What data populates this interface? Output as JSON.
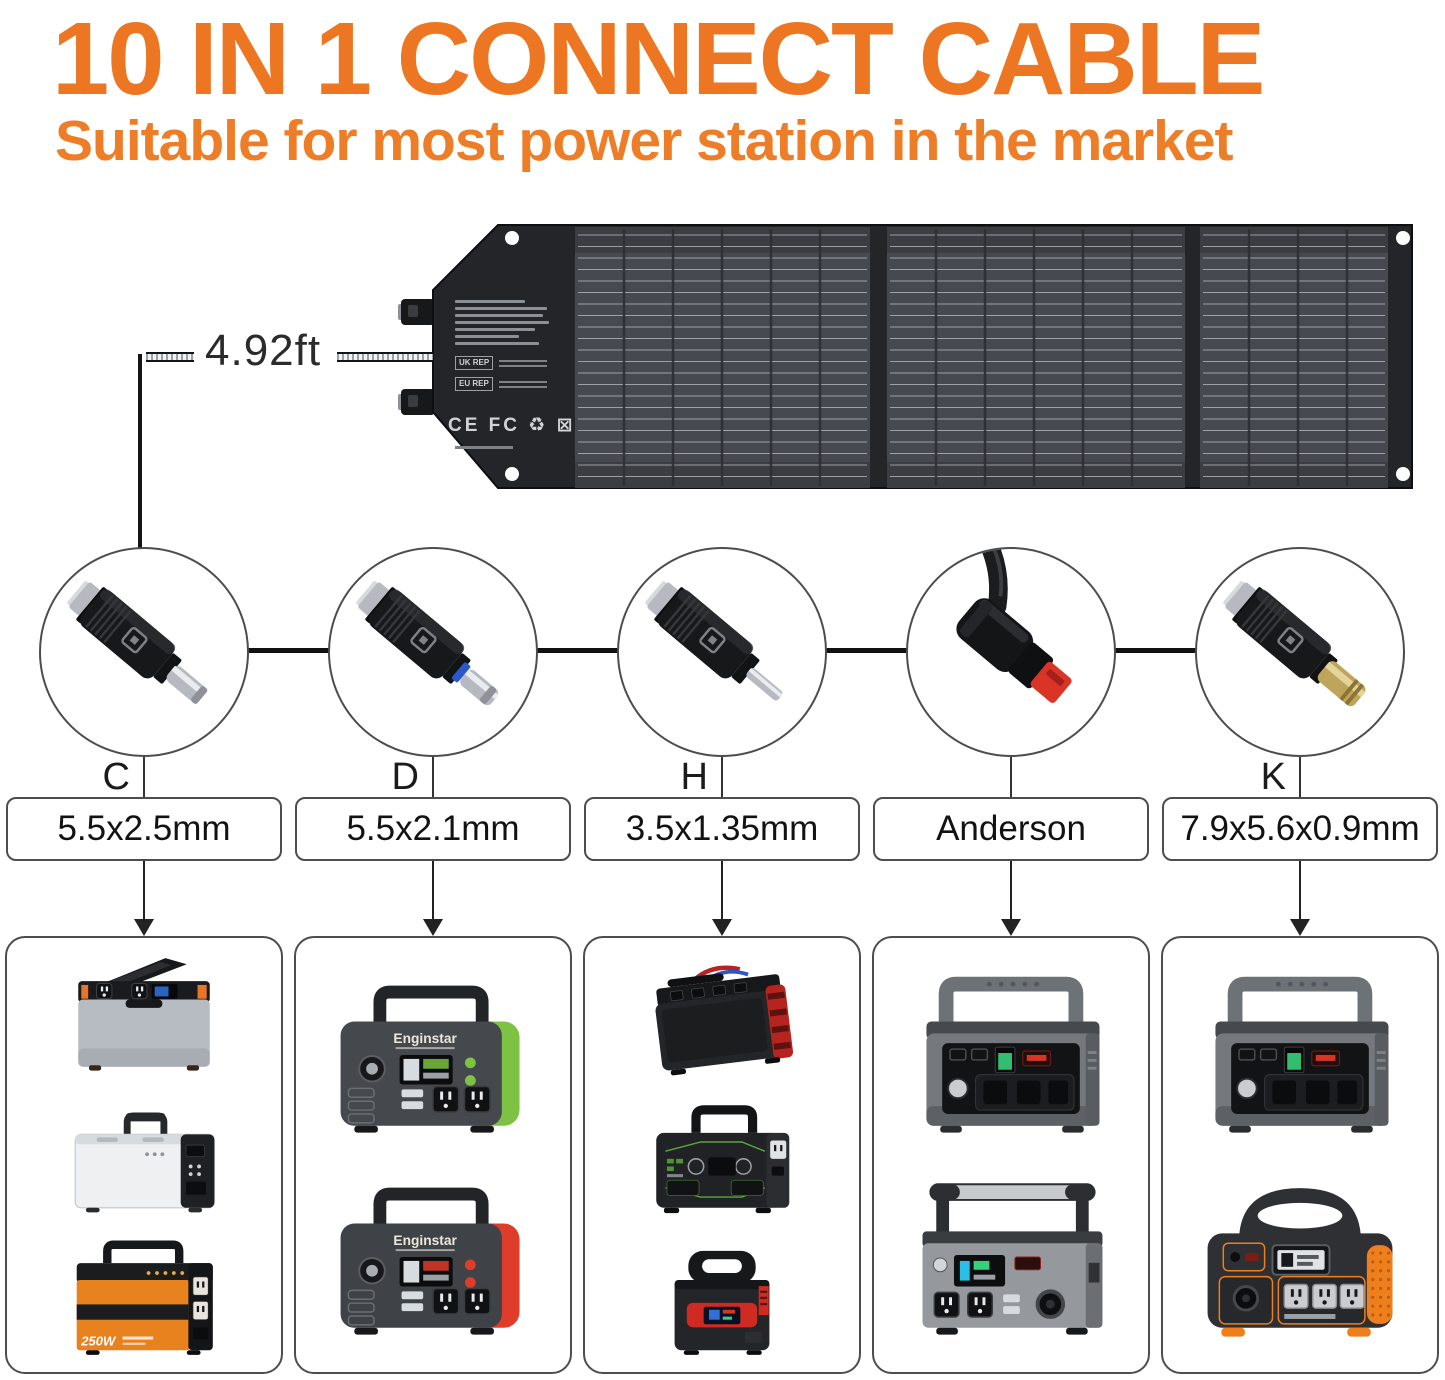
{
  "page": {
    "title": "10 IN 1 CONNECT CABLE",
    "subtitle": "Suitable for most power station in the market",
    "accent_color": "#ED7623"
  },
  "solar_panel": {
    "cable_length_label": "4.92ft",
    "cert_marks": "CE FC ♻ ⊠",
    "rep_labels": [
      "UK REP",
      "EU REP"
    ]
  },
  "connectors": [
    {
      "letter": "C",
      "size": "5.5x2.5mm",
      "name": "dc-plug-5-5x2-5-photo",
      "type": "barrel",
      "pin": "silver"
    },
    {
      "letter": "D",
      "size": "5.5x2.1mm",
      "name": "dc-plug-5-5x2-1-photo",
      "type": "barrel",
      "pin": "silver",
      "ring": "#2b57c9"
    },
    {
      "letter": "H",
      "size": "3.5x1.35mm",
      "name": "dc-plug-3-5x1-35-photo",
      "type": "barrel",
      "pin": "thin"
    },
    {
      "letter": "",
      "size": "Anderson",
      "name": "anderson-plug-photo",
      "type": "anderson",
      "tip": "#d93425"
    },
    {
      "letter": "K",
      "size": "7.9x5.6x0.9mm",
      "name": "dc-plug-7-9x5-6-photo",
      "type": "barrel",
      "pin": "gold"
    }
  ],
  "columns": [
    {
      "products": [
        {
          "name": "power-station-black-silver-orange",
          "style": "acu",
          "body": "#b7bcc2",
          "top": "#1a1b1e",
          "accent": "#e8762a",
          "screen": "#2f6fd6"
        },
        {
          "name": "power-station-white-briefcase",
          "style": "briefcase",
          "body": "#eef0f2",
          "side": "#1e2023"
        },
        {
          "name": "power-station-orange-250w",
          "style": "orange",
          "body": "#e8821e",
          "dark": "#1b1c1e",
          "label": "250W"
        }
      ]
    },
    {
      "products": [
        {
          "name": "enginstar-power-station-green",
          "style": "enginstar",
          "body": "#45484d",
          "accent": "#7dc242",
          "brand": "Enginstar"
        },
        {
          "name": "enginstar-power-station-red",
          "style": "enginstar",
          "body": "#3f4246",
          "accent": "#e03c2a",
          "brand": "Enginstar"
        }
      ]
    },
    {
      "products": [
        {
          "name": "power-station-black-red",
          "style": "blackred",
          "body": "#232528",
          "accent": "#b5241f"
        },
        {
          "name": "power-station-green-trim",
          "style": "greentrim",
          "body": "#202225",
          "accent": "#58a83c"
        },
        {
          "name": "mini-power-station-red-screen",
          "style": "mini",
          "body": "#232528",
          "accent": "#cf2b22",
          "screen": "#2f6fd6"
        }
      ]
    },
    {
      "products": [
        {
          "name": "power-station-gray-big-handle",
          "style": "grayhandle",
          "body": "#75797e",
          "panel": "#121314",
          "screen": "#35d27b"
        },
        {
          "name": "power-station-silver-gray",
          "style": "silvergrip",
          "body": "#95999e",
          "top": "#3a3d40",
          "screen": "#2bbfe8"
        }
      ]
    },
    {
      "products": [
        {
          "name": "power-station-gray-big-handle",
          "style": "grayhandle",
          "body": "#75797e",
          "panel": "#121314",
          "screen": "#35d27b"
        },
        {
          "name": "power-station-black-orange",
          "style": "jackery",
          "body": "#2e3033",
          "accent": "#ef7f1c"
        }
      ]
    }
  ]
}
